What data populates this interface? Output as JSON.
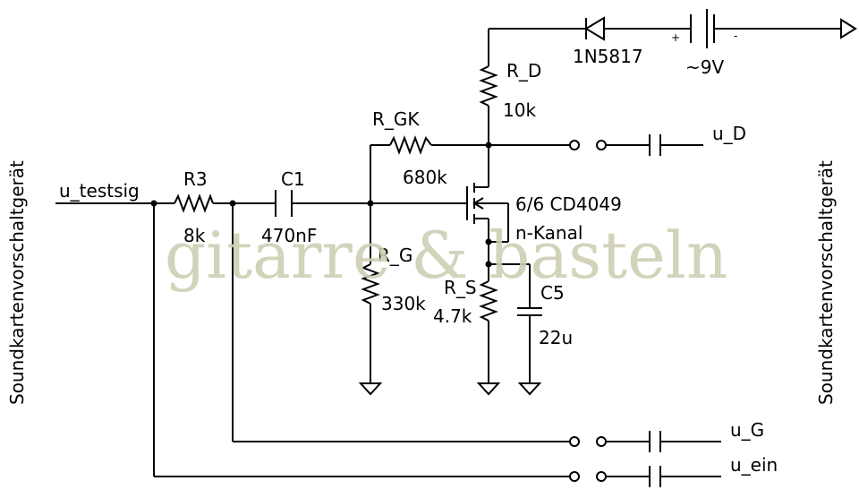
{
  "labels": {
    "sound_left": "Soundkartenvorschaltgerät",
    "sound_right": "Soundkartenvorschaltgerät",
    "u_testsig": "u_testsig",
    "r3_name": "R3",
    "r3_value": "8k",
    "c1_name": "C1",
    "c1_value": "470nF",
    "rgk_name": "R_GK",
    "rgk_value": "680k",
    "rg_name": "R_G",
    "rg_value": "330k",
    "rd_name": "R_D",
    "rd_value": "10k",
    "rs_name": "R_S",
    "rs_value": "4.7k",
    "c5_name": "C5",
    "c5_value": "22u",
    "diode": "1N5817",
    "battery_value": "~9V",
    "battery_plus": "+",
    "battery_minus": "-",
    "fet_name": "6/6 CD4049",
    "fet_type": "n-Kanal",
    "u_d": "u_D",
    "u_g": "u_G",
    "u_ein": "u_ein"
  },
  "watermark": "gitarre & basteln"
}
